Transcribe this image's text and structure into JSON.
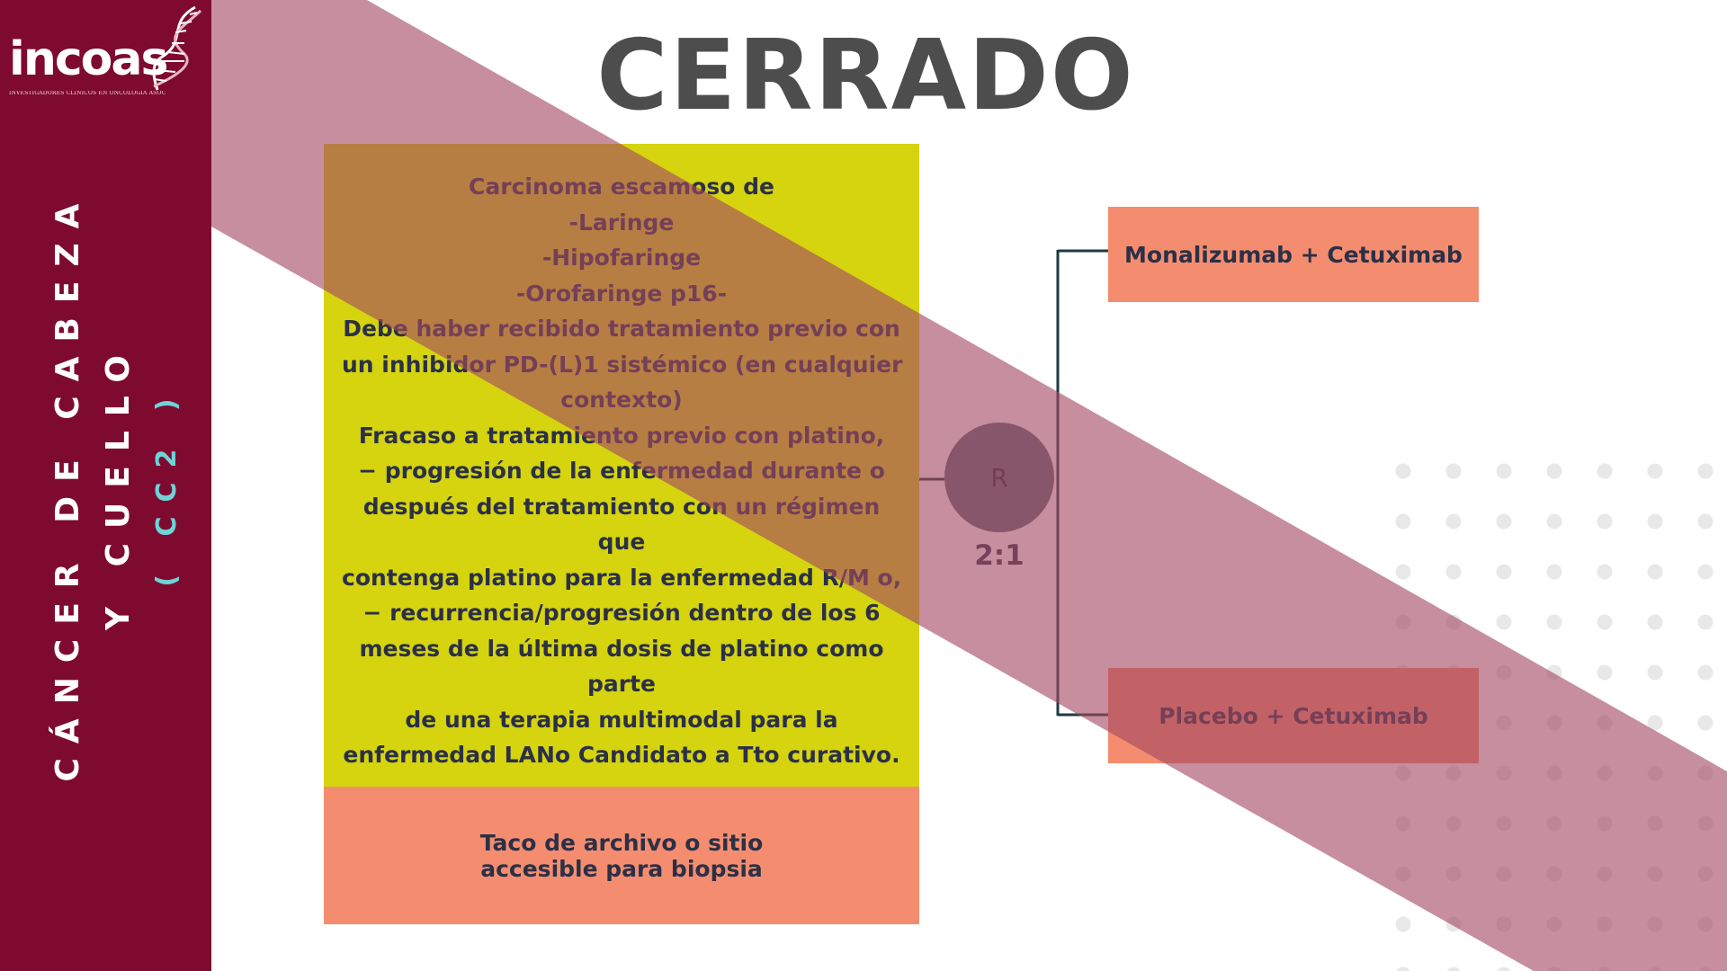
{
  "logo": {
    "name": "incoas",
    "tagline": "INVESTIGADORES CLÍNICOS EN ONCOLOGÍA ASOCIADOS"
  },
  "sidebar": {
    "title": "CÁNCER DE CABEZA Y CUELLO",
    "code": "( CC2 )"
  },
  "status": "CERRADO",
  "criteria": {
    "lines": [
      "Carcinoma escamoso de",
      "-Laringe",
      "-Hipofaringe",
      "-Orofaringe p16-",
      "Debe haber recibido tratamiento previo con",
      "un inhibidor PD-(L)1 sistémico (en cualquier",
      "contexto)",
      "Fracaso a tratamiento previo con platino,",
      "− progresión de la enfermedad durante o",
      "después del tratamiento con un régimen",
      "que",
      "contenga platino para la enfermedad R/M o,",
      "− recurrencia/progresión dentro de los 6",
      "meses de la última dosis de platino como",
      "parte",
      "de una terapia multimodal para la",
      "enfermedad LANo Candidato a Tto curativo."
    ],
    "tissue": [
      "Taco de archivo o sitio",
      "accesible para biopsia"
    ]
  },
  "randomization": {
    "label": "R",
    "ratio": "2:1"
  },
  "arms": [
    {
      "label": "Monalizumab + Cetuximab"
    },
    {
      "label": "Placebo + Cetuximab"
    }
  ],
  "colors": {
    "sidebar": "#7e0b2f",
    "band": "#a34963",
    "criteria_box": "#d5d40f",
    "salmon_box": "#f48d6f",
    "circle": "#5d6d78",
    "status_text": "#4d4d4d",
    "code_text": "#6fd3d8",
    "connector": "#1f3a45"
  },
  "icons": [
    "dna-helix-icon"
  ]
}
